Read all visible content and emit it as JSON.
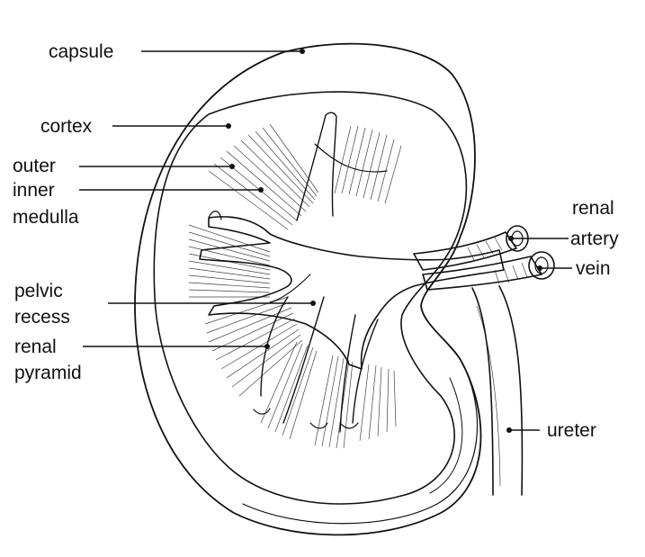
{
  "labels": {
    "capsule": "capsule",
    "cortex": "cortex",
    "outer": "outer",
    "inner": "inner",
    "medulla": "medulla",
    "renal_top": "renal",
    "artery": "artery",
    "vein": "vein",
    "pelvic": "pelvic",
    "recess": "recess",
    "renal_pyr": "renal",
    "pyramid": "pyramid",
    "ureter": "ureter"
  }
}
